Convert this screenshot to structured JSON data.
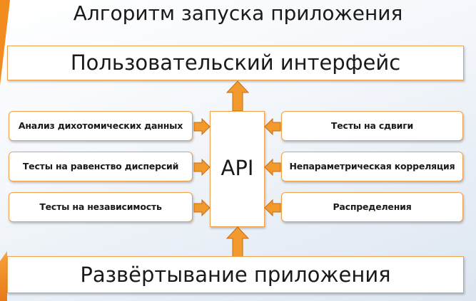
{
  "title": "Алгоритм запуска приложения",
  "top_box": "Пользовательский интерфейс",
  "api": "API",
  "bottom_box": "Развёртывание приложения",
  "left_items": [
    "Анализ дихотомических данных",
    "Тесты на равенство дисперсий",
    "Тесты на независимость"
  ],
  "right_items": [
    "Тесты на сдвиги",
    "Непараметрическая корреляция",
    "Распределения"
  ],
  "colors": {
    "accent": "#f28c1e",
    "box_border": "#f0a24a",
    "arrow_fill": "#f29a2e",
    "arrow_stroke": "#c96a10"
  }
}
